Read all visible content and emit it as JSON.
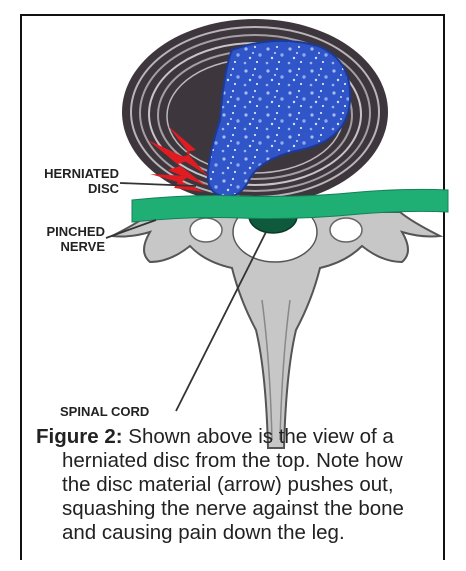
{
  "labels": {
    "herniated_disc_line1": "HERNIATED",
    "herniated_disc_line2": "DISC",
    "pinched_nerve_line1": "PINCHED",
    "pinched_nerve_line2": "NERVE",
    "spinal_cord": "SPINAL CORD"
  },
  "caption": {
    "lead": "Figure 2:",
    "text": " Shown above is the view of a herniated disc from the top. Note how the disc material (arrow) pushes out, squashing the nerve against the bone and causing pain down the leg."
  },
  "colors": {
    "disc_ring": "#4a4048",
    "nucleus": "#2f55c8",
    "nerve": "#1fae74",
    "cord": "#0f5a3c",
    "bone": "#c7c7c7",
    "arrow": "#e11b22"
  }
}
